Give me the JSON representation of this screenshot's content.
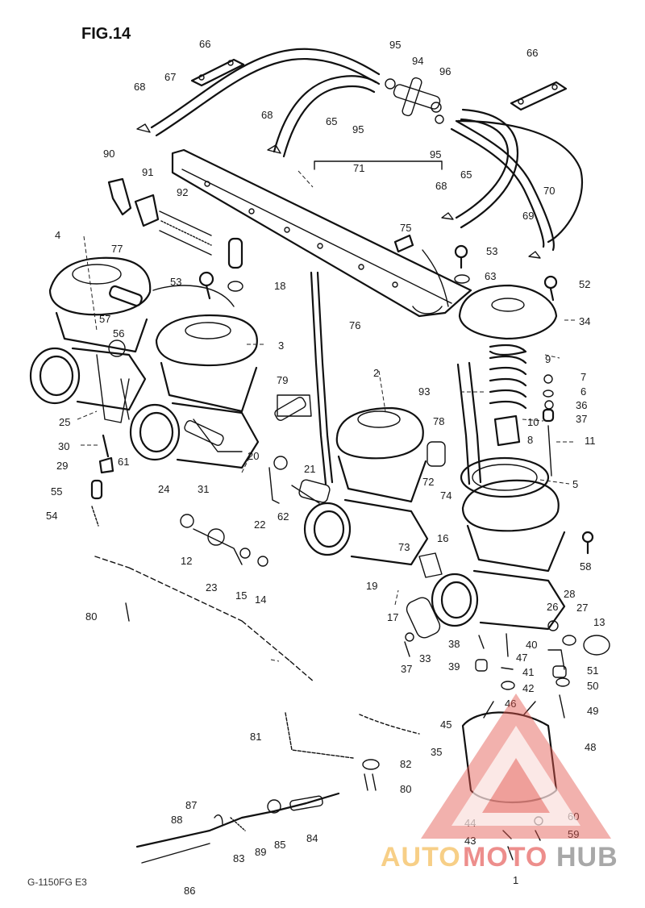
{
  "figure_title": "FIG.14",
  "footer_code": "G-1150FG E3",
  "watermark": {
    "part1": "AUTO",
    "part2": "MOTO",
    "part3": "HUB",
    "colors": {
      "logo": "#e4574f",
      "auto": "#f6c773",
      "moto": "#ea7b79",
      "hub": "#9a9a9a"
    }
  },
  "callouts": [
    "66",
    "67",
    "68",
    "95",
    "94",
    "96",
    "66",
    "68",
    "65",
    "95",
    "95",
    "65",
    "90",
    "91",
    "71",
    "68",
    "92",
    "70",
    "69",
    "4",
    "75",
    "53",
    "77",
    "53",
    "18",
    "63",
    "52",
    "57",
    "56",
    "34",
    "76",
    "3",
    "9",
    "2",
    "7",
    "6",
    "36",
    "93",
    "79",
    "37",
    "25",
    "78",
    "10",
    "8",
    "11",
    "30",
    "61",
    "5",
    "29",
    "21",
    "20",
    "72",
    "74",
    "55",
    "24",
    "31",
    "22",
    "62",
    "54",
    "73",
    "16",
    "58",
    "12",
    "23",
    "15",
    "14",
    "19",
    "17",
    "26",
    "28",
    "27",
    "13",
    "80",
    "38",
    "40",
    "47",
    "37",
    "33",
    "39",
    "41",
    "51",
    "42",
    "50",
    "46",
    "49",
    "45",
    "81",
    "35",
    "48",
    "82",
    "80",
    "87",
    "88",
    "60",
    "44",
    "59",
    "84",
    "83",
    "89",
    "85",
    "43",
    "86",
    "1"
  ]
}
